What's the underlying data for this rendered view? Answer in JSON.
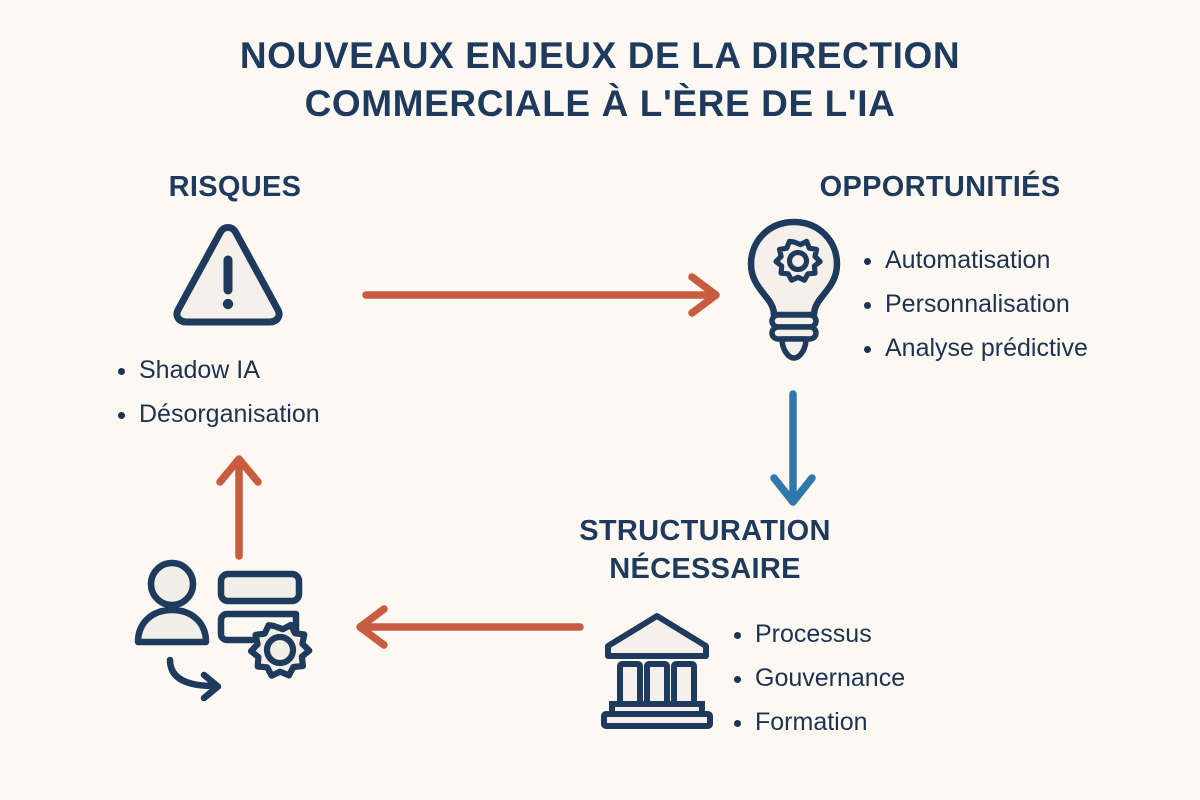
{
  "colors": {
    "background": "#fdf8f2",
    "navy": "#1e3a5c",
    "text_navy": "#1b3350",
    "terracotta": "#c75c41",
    "blue": "#2f78ad",
    "icon_fill": "#f2efe9"
  },
  "title": {
    "line1": "NOUVEAUX ENJEUX DE LA DIRECTION",
    "line2": "COMMERCIALE À L'ÈRE DE L'IA"
  },
  "sections": {
    "risques": {
      "heading": "RISQUES",
      "icon": "warning-triangle-icon",
      "bullets": [
        "Shadow IA",
        "Désorganisation"
      ]
    },
    "opportunites": {
      "heading": "OPPORTUNITIÉS",
      "icon": "lightbulb-gear-icon",
      "bullets": [
        "Automatisation",
        "Personnalisation",
        "Analyse prédictive"
      ]
    },
    "structuration": {
      "heading_line1": "STRUCTURATION",
      "heading_line2": "NÉCESSAIRE",
      "icon": "bank-institution-icon",
      "bullets": [
        "Processus",
        "Gouvernance",
        "Formation"
      ]
    },
    "adoption": {
      "icon": "user-settings-gear-icon"
    }
  },
  "arrows": [
    {
      "name": "arrow-risques-to-opportunites",
      "direction": "right",
      "color": "#c75c41"
    },
    {
      "name": "arrow-opportunites-to-structuration",
      "direction": "down",
      "color": "#2f78ad"
    },
    {
      "name": "arrow-structuration-to-adoption",
      "direction": "left",
      "color": "#c75c41"
    },
    {
      "name": "arrow-adoption-to-risques",
      "direction": "up",
      "color": "#c75c41"
    }
  ],
  "chart_data": {
    "type": "diagram",
    "title": "NOUVEAUX ENJEUX DE LA DIRECTION COMMERCIALE À L'ÈRE DE L'IA",
    "layout": "cycle",
    "nodes": [
      {
        "id": "risques",
        "label": "RISQUES",
        "items": [
          "Shadow IA",
          "Désorganisation"
        ],
        "position": "top-left"
      },
      {
        "id": "opportunites",
        "label": "OPPORTUNITIÉS",
        "items": [
          "Automatisation",
          "Personnalisation",
          "Analyse prédictive"
        ],
        "position": "top-right"
      },
      {
        "id": "structuration",
        "label": "STRUCTURATION NÉCESSAIRE",
        "items": [
          "Processus",
          "Gouvernance",
          "Formation"
        ],
        "position": "bottom-right"
      },
      {
        "id": "adoption",
        "label": "",
        "items": [],
        "position": "bottom-left"
      }
    ],
    "edges": [
      {
        "from": "risques",
        "to": "opportunites",
        "color": "#c75c41"
      },
      {
        "from": "opportunites",
        "to": "structuration",
        "color": "#2f78ad"
      },
      {
        "from": "structuration",
        "to": "adoption",
        "color": "#c75c41"
      },
      {
        "from": "adoption",
        "to": "risques",
        "color": "#c75c41"
      }
    ]
  }
}
